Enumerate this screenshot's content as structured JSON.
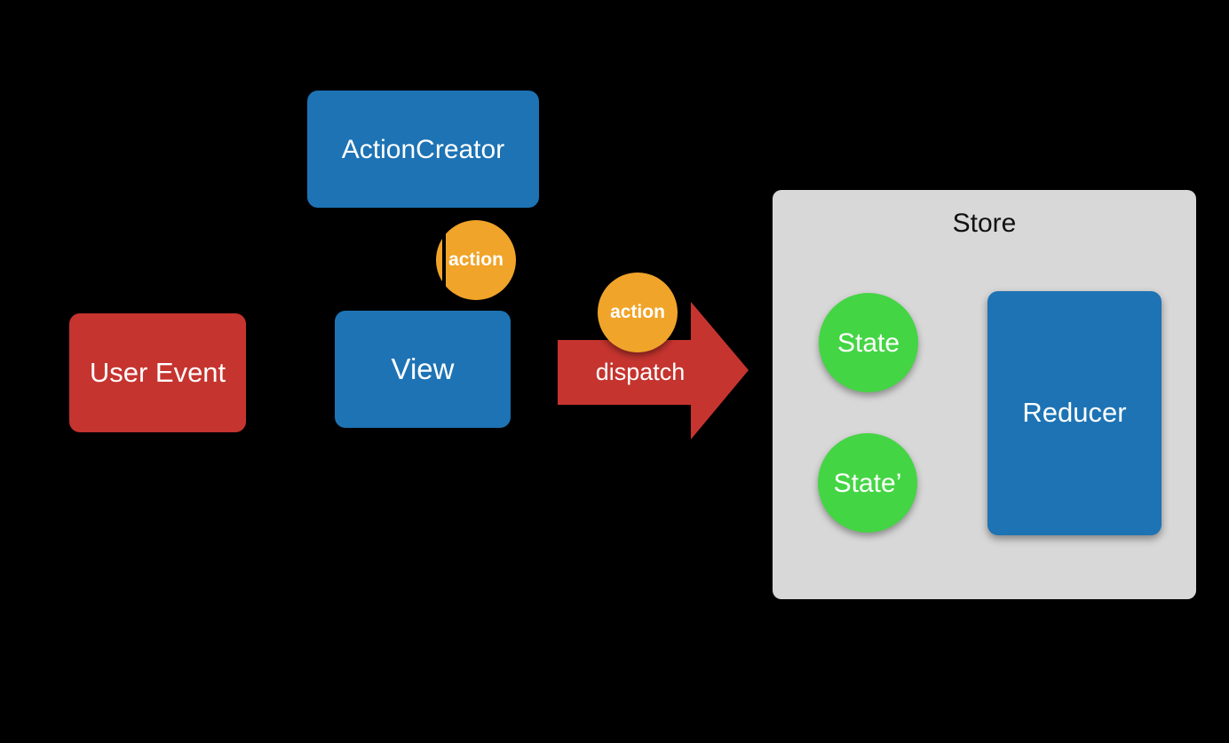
{
  "diagram": {
    "background": "#000000",
    "colors": {
      "node_blue": "#1d73b4",
      "node_red": "#c5342f",
      "badge_orange": "#f0a429",
      "state_green": "#44d544",
      "store_gray": "#d8d8d8",
      "connector_black": "#000000",
      "text_light": "#ffffff",
      "text_dark": "#111111"
    },
    "nodes": {
      "action_creator": {
        "label": "ActionCreator"
      },
      "action_top": {
        "label": "action"
      },
      "view": {
        "label": "View"
      },
      "user_event": {
        "label": "User Event"
      },
      "action_dispatch": {
        "label": "action"
      },
      "dispatch": {
        "label": "dispatch"
      },
      "store": {
        "title": "Store"
      },
      "state": {
        "label": "State"
      },
      "state_prime": {
        "label": "State’"
      },
      "reducer": {
        "label": "Reducer"
      }
    }
  }
}
